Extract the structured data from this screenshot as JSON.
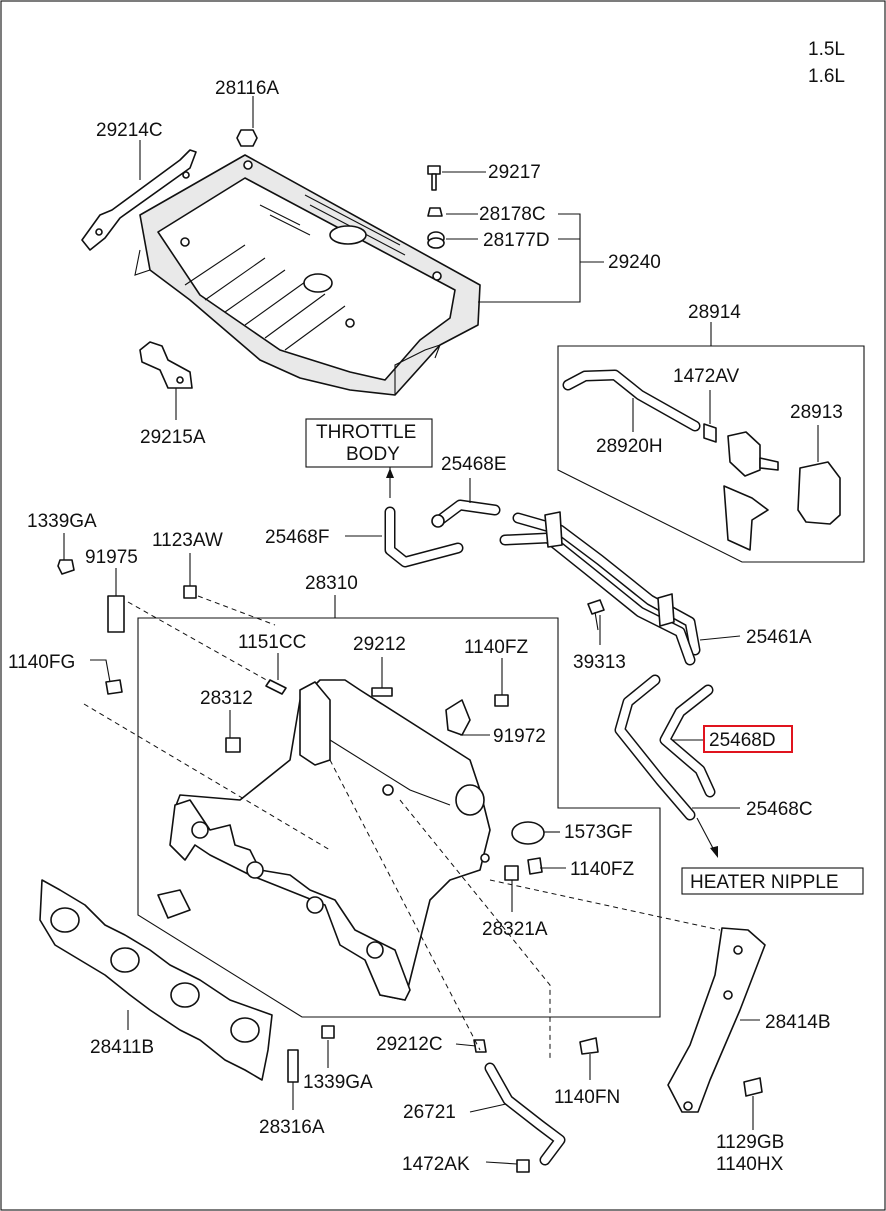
{
  "engine": {
    "line1": "1.5L",
    "line2": "1.6L"
  },
  "labels": {
    "p28116A": "28116A",
    "p29214C": "29214C",
    "p29217": "29217",
    "p28178C": "28178C",
    "p28177D": "28177D",
    "p29240": "29240",
    "p28914": "28914",
    "p1472AV": "1472AV",
    "p28913": "28913",
    "p28920H": "28920H",
    "p29215A": "29215A",
    "throttle1": "THROTTLE",
    "throttle2": "BODY",
    "p25468E": "25468E",
    "p25468F": "25468F",
    "p1339GA_top": "1339GA",
    "p91975": "91975",
    "p1123AW": "1123AW",
    "p28310": "28310",
    "p39313": "39313",
    "p25461A": "25461A",
    "p1151CC": "1151CC",
    "p29212": "29212",
    "p1140FZ_top": "1140FZ",
    "p1140FG": "1140FG",
    "p28312": "28312",
    "p91972": "91972",
    "p25468D": "25468D",
    "p25468C": "25468C",
    "p1573GF": "1573GF",
    "p1140FZ_bot": "1140FZ",
    "heater": "HEATER NIPPLE",
    "p28321A": "28321A",
    "p28414B": "28414B",
    "p28411B": "28411B",
    "p29212C": "29212C",
    "p1339GA_bot": "1339GA",
    "p1140FN": "1140FN",
    "p28316A": "28316A",
    "p26721": "26721",
    "p1129GB": "1129GB",
    "p1140HX": "1140HX",
    "p1472AK": "1472AK"
  },
  "highlight": {
    "part": "25468D",
    "color": "#e0141e"
  }
}
